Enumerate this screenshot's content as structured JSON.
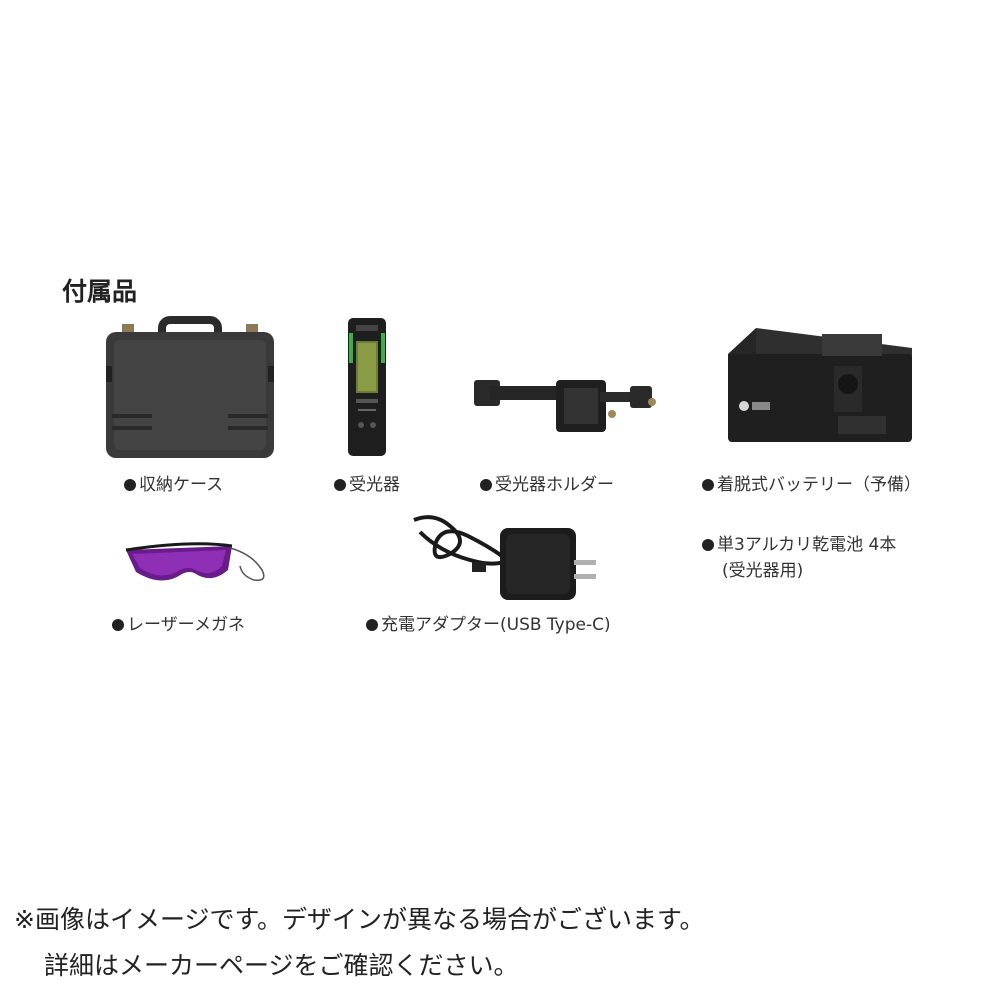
{
  "section_title": "付属品",
  "items": [
    {
      "icon": "carrying-case-icon",
      "label": "収納ケース"
    },
    {
      "icon": "receiver-icon",
      "label": "受光器"
    },
    {
      "icon": "receiver-holder-icon",
      "label": "受光器ホルダー"
    },
    {
      "icon": "battery-icon",
      "label": "着脱式バッテリー（予備）"
    },
    {
      "icon": "laser-glasses-icon",
      "label": "レーザーメガネ"
    },
    {
      "icon": "charging-adapter-icon",
      "label": "充電アダプター(USB Type-C)"
    },
    {
      "icon": "aa-batteries",
      "label_line1": "単3アルカリ乾電池 4本",
      "label_line2": "(受光器用)"
    }
  ],
  "note_line1": "※画像はイメージです。デザインが異なる場合がございます。",
  "note_line2": "詳細はメーカーページをご確認ください。"
}
